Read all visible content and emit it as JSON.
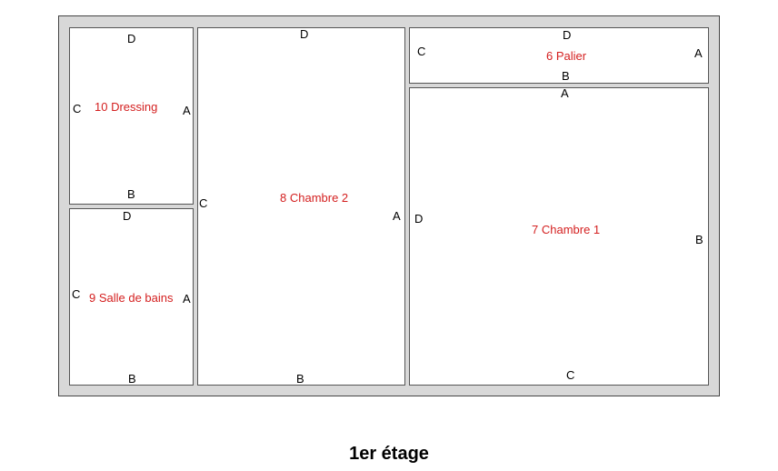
{
  "floor_title": "1er étage",
  "rooms": {
    "dressing": {
      "name": "10 Dressing",
      "walls": {
        "top": "D",
        "bottom": "B",
        "left": "C",
        "right": "A"
      }
    },
    "bathroom": {
      "name": "9 Salle de bains",
      "walls": {
        "top": "D",
        "bottom": "B",
        "left": "C",
        "right": "A"
      }
    },
    "chambre2": {
      "name": "8 Chambre 2",
      "walls": {
        "top": "D",
        "bottom": "B",
        "left": "C",
        "right": "A"
      }
    },
    "palier": {
      "name": "6 Palier",
      "walls": {
        "top": "D",
        "bottom": "B",
        "left": "C",
        "right": "A"
      }
    },
    "chambre1": {
      "name": "7 Chambre 1",
      "walls": {
        "top": "A",
        "bottom": "C",
        "left": "D",
        "right": "B"
      }
    }
  },
  "colors": {
    "room_name": "#d42020",
    "outer_wall": "#d8d8d8"
  }
}
